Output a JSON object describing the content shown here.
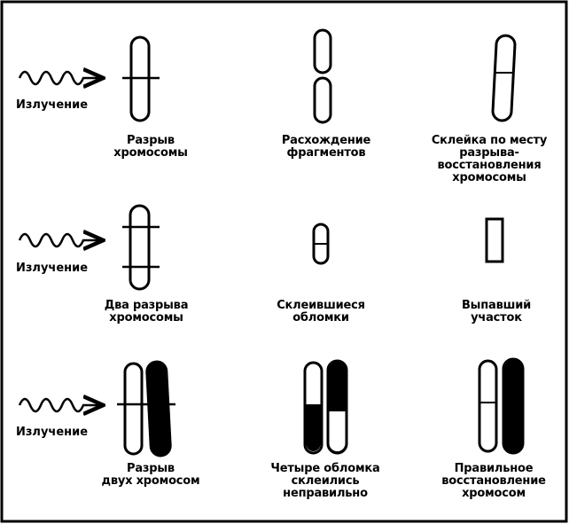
{
  "radiation_label": "Излучение",
  "rows": [
    {
      "captions": [
        [
          "Разрыв",
          "хромосомы"
        ],
        [
          "Расхождение",
          "фрагментов"
        ],
        [
          "Склейка по месту",
          "разрыва-",
          "восстановления",
          "хромосомы"
        ]
      ]
    },
    {
      "captions": [
        [
          "Два разрыва",
          "хромосомы"
        ],
        [
          "Склеившиеся",
          "обломки"
        ],
        [
          "Выпавший",
          "участок"
        ]
      ]
    },
    {
      "captions": [
        [
          "Разрыв",
          "двух хромосом"
        ],
        [
          "Четыре обломка",
          "склеились",
          "неправильно"
        ],
        [
          "Правильное",
          "восстановление",
          "хромосом"
        ]
      ]
    }
  ]
}
